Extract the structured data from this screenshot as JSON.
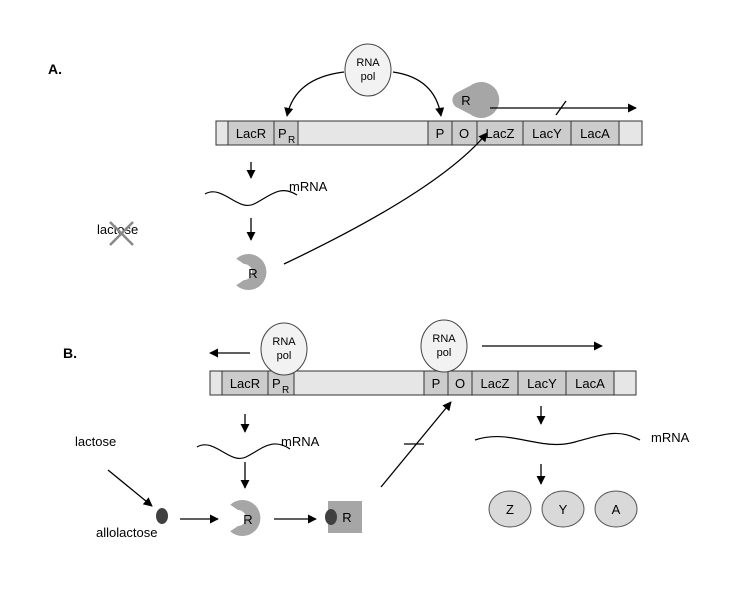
{
  "panel_a": {
    "label": "A.",
    "rna_pol": [
      "RNA",
      "pol"
    ],
    "genes": {
      "lacr": "LacR",
      "promoter_r": "P",
      "promoter_r_sub": "R",
      "p": "P",
      "o": "O",
      "lacz": "LacZ",
      "lacy": "LacY",
      "laca": "LacA"
    },
    "mrna": "mRNA",
    "lactose": "lactose",
    "repressor": "R"
  },
  "panel_b": {
    "label": "B.",
    "rna_pol": [
      "RNA",
      "pol"
    ],
    "genes": {
      "lacr": "LacR",
      "promoter_r": "P",
      "promoter_r_sub": "R",
      "p": "P",
      "o": "O",
      "lacz": "LacZ",
      "lacy": "LacY",
      "laca": "LacA"
    },
    "mrna_left": "mRNA",
    "mrna_right": "mRNA",
    "lactose": "lactose",
    "allolactose": "allolactose",
    "repressor": "R",
    "repressor_bound": "R",
    "proteins": [
      "Z",
      "Y",
      "A"
    ]
  }
}
